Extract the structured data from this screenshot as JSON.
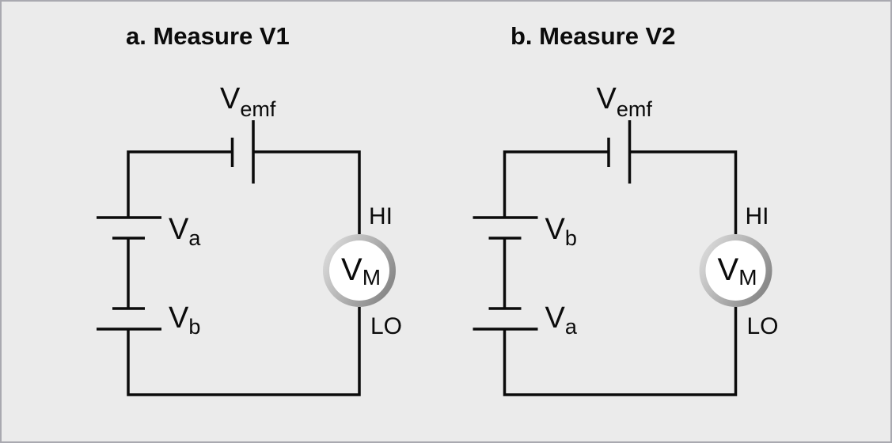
{
  "figure": {
    "background_color": "#ebebeb",
    "border_color": "#a9a9b0",
    "line_color": "#0b0b0b",
    "meter_ring_gradient": [
      "#e4e4e4",
      "#bdbdbd",
      "#8a8a8a"
    ],
    "meter_face_color": "#ffffff"
  },
  "panels": [
    {
      "id": "a",
      "title": "a. Measure V1",
      "source_label": {
        "main": "V",
        "sub": "emf"
      },
      "battery_top_label": {
        "main": "V",
        "sub": "a"
      },
      "battery_bottom_label": {
        "main": "V",
        "sub": "b"
      },
      "meter_label": {
        "main": "V",
        "sub": "M"
      },
      "terminal_hi": "HI",
      "terminal_lo": "LO"
    },
    {
      "id": "b",
      "title": "b. Measure V2",
      "source_label": {
        "main": "V",
        "sub": "emf"
      },
      "battery_top_label": {
        "main": "V",
        "sub": "b"
      },
      "battery_bottom_label": {
        "main": "V",
        "sub": "a"
      },
      "meter_label": {
        "main": "V",
        "sub": "M"
      },
      "terminal_hi": "HI",
      "terminal_lo": "LO"
    }
  ]
}
